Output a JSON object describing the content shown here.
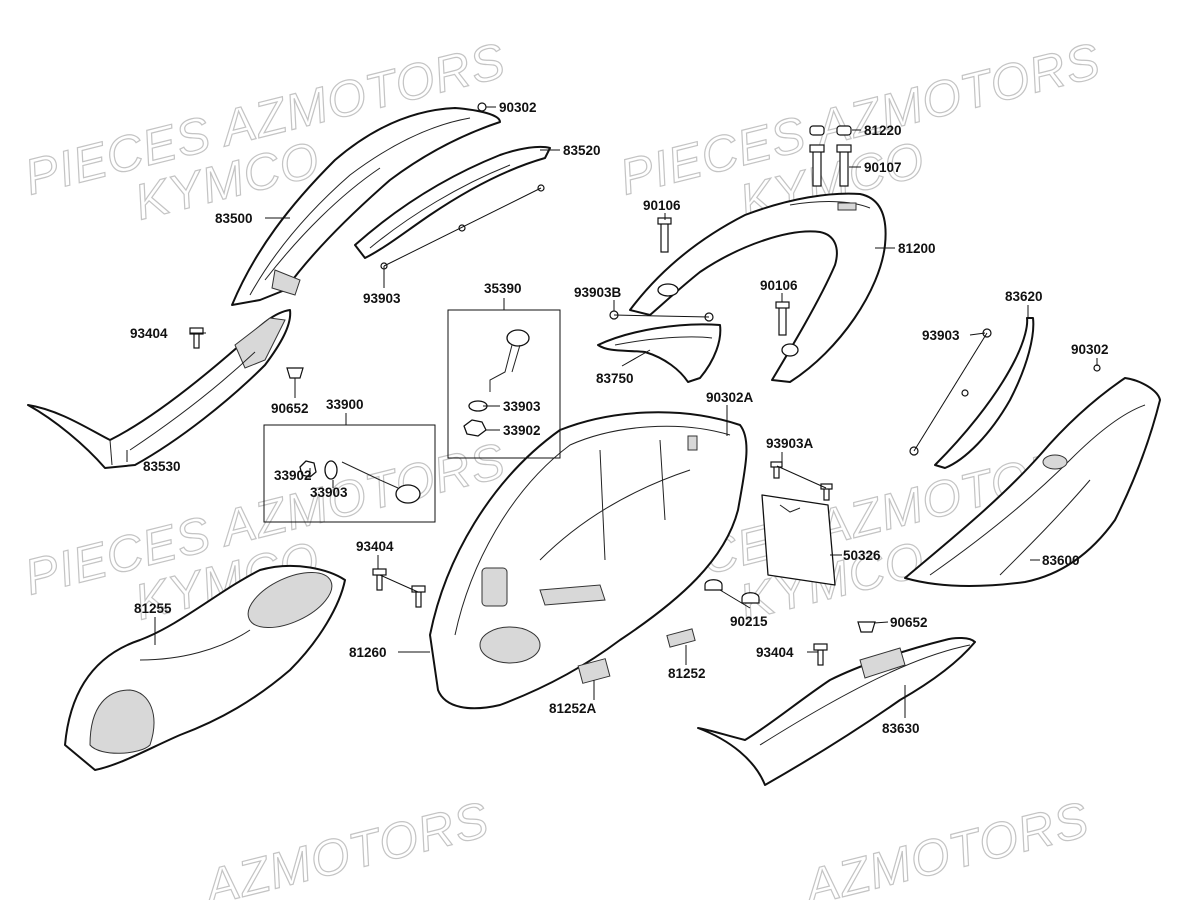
{
  "watermarks": [
    "PIECES AZMOTORS",
    "KYMCO",
    "PIECES AZMOTORS",
    "KYMCO",
    "PIECES AZMOTORS",
    "KYMCO",
    "PIECES AZMOTORS",
    "KYMCO",
    "AZMOTORS",
    "AZMOTORS"
  ],
  "labels": {
    "p90302_top": "90302",
    "p83520": "83520",
    "p83500": "83500",
    "p93903_left": "93903",
    "p81220": "81220",
    "p90107": "90107",
    "p90106_a": "90106",
    "p81200": "81200",
    "p35390": "35390",
    "p93903B": "93903B",
    "p90106_b": "90106",
    "p83620": "83620",
    "p93404_a": "93404",
    "p93903_right": "93903",
    "p90302_right": "90302",
    "p83750": "83750",
    "p90652_a": "90652",
    "p33900": "33900",
    "p33903_a": "33903",
    "p33902_a": "33902",
    "p90302A": "90302A",
    "p83530": "83530",
    "p33902_b": "33902",
    "p33903_b": "33903",
    "p93903A": "93903A",
    "p93404_b": "93404",
    "p50326": "50326",
    "p83600": "83600",
    "p81255": "81255",
    "p90215": "90215",
    "p90652_b": "90652",
    "p81260": "81260",
    "p93404_c": "93404",
    "p81252": "81252",
    "p81252A": "81252A",
    "p83630": "83630"
  }
}
